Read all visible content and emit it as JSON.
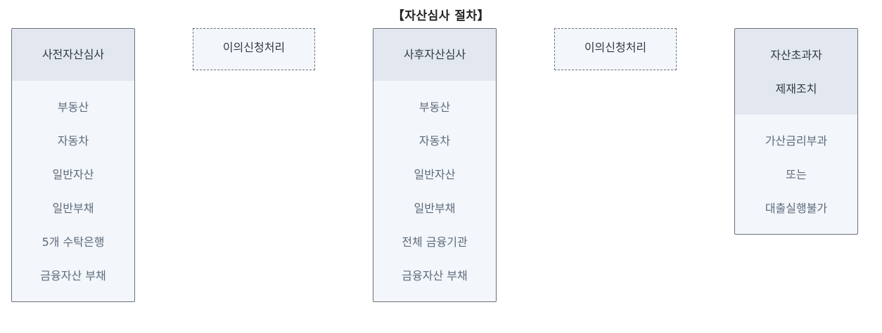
{
  "title": "【자산심사 절차】",
  "boxes": {
    "pre_review": {
      "header": "사전자산심사",
      "items": [
        "부동산",
        "자동차",
        "일반자산",
        "일반부채",
        "5개 수탁은행",
        "금융자산 부채"
      ]
    },
    "objection_1": {
      "label": "이의신청처리"
    },
    "post_review": {
      "header": "사후자산심사",
      "items": [
        "부동산",
        "자동차",
        "일반자산",
        "일반부채",
        "전체 금융기관",
        "금융자산 부채"
      ]
    },
    "objection_2": {
      "label": "이의신청처리"
    },
    "excess_sanction": {
      "header_lines": [
        "자산초과자",
        "제재조치"
      ],
      "items": [
        "가산금리부과",
        "또는",
        "대출실행불가"
      ]
    }
  },
  "colors": {
    "border": "#6a6f78",
    "header_bg": "#e3e8f0",
    "body_bg": "#f3f6fa",
    "item_text": "#5d6b7c"
  }
}
